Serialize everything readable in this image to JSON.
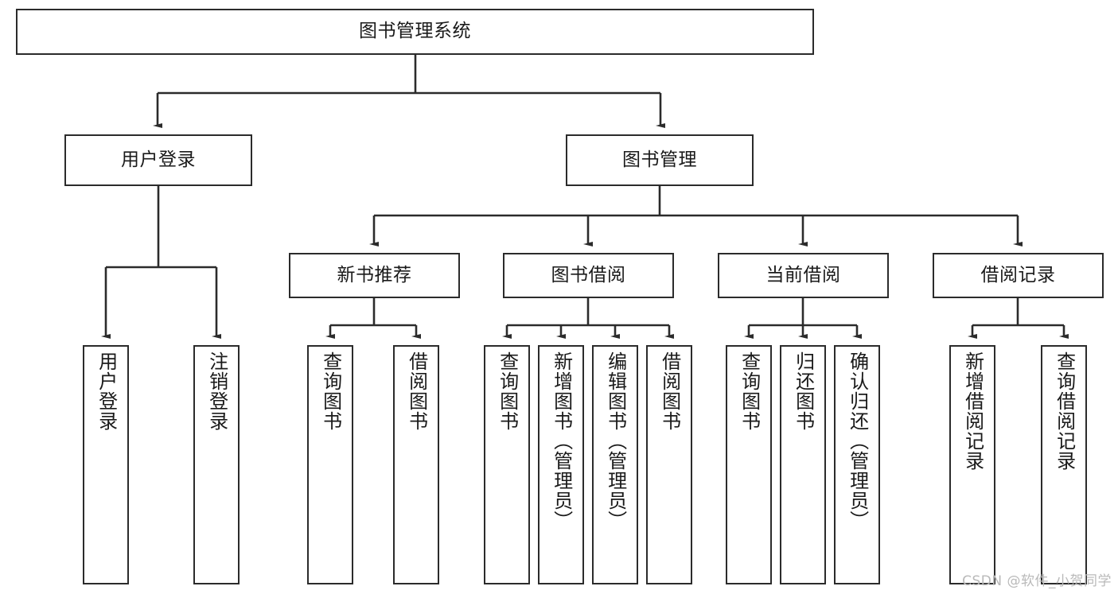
{
  "diagram": {
    "title": "图书管理系统",
    "type": "tree",
    "watermark": "CSDN @软件_小贺同学",
    "colors": {
      "box_border": "#2b2b2b",
      "box_fill": "#ffffff",
      "edge": "#2b2b2b",
      "text": "#1a1a1a",
      "watermark": "#b9b9b9",
      "background": "#ffffff"
    },
    "nodes": {
      "root": {
        "label": "图书管理系统"
      },
      "level2": [
        {
          "label": "用户登录"
        },
        {
          "label": "图书管理"
        }
      ],
      "level3": [
        {
          "label": "新书推荐"
        },
        {
          "label": "图书借阅"
        },
        {
          "label": "当前借阅"
        },
        {
          "label": "借阅记录"
        }
      ],
      "leaves": {
        "user_login": [
          {
            "label": "用户登录"
          },
          {
            "label": "注销登录"
          }
        ],
        "new_book_recommend": [
          {
            "label": "查询图书"
          },
          {
            "label": "借阅图书"
          }
        ],
        "book_borrow": [
          {
            "label": "查询图书"
          },
          {
            "label": "新增图书（管理员）"
          },
          {
            "label": "编辑图书（管理员）"
          },
          {
            "label": "借阅图书"
          }
        ],
        "current_borrow": [
          {
            "label": "查询图书"
          },
          {
            "label": "归还图书"
          },
          {
            "label": "确认归还（管理员）"
          }
        ],
        "borrow_record": [
          {
            "label": "新增借阅记录"
          },
          {
            "label": "查询借阅记录"
          }
        ]
      }
    }
  }
}
